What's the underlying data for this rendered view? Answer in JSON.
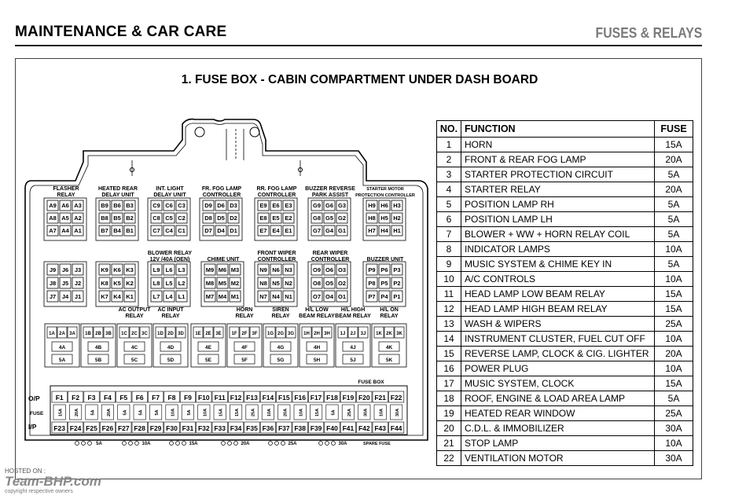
{
  "header": {
    "left": "MAINTENANCE & CAR CARE",
    "right": "FUSES & RELAYS"
  },
  "section_title": "1. FUSE BOX - CABIN COMPARTMENT UNDER DASH BOARD",
  "table": {
    "headers": {
      "no": "NO.",
      "function": "FUNCTION",
      "fuse": "FUSE"
    },
    "rows": [
      [
        "1",
        "HORN",
        "15A"
      ],
      [
        "2",
        "FRONT & REAR FOG LAMP",
        "20A"
      ],
      [
        "3",
        "STARTER PROTECTION CIRCUIT",
        "5A"
      ],
      [
        "4",
        "STARTER RELAY",
        "20A"
      ],
      [
        "5",
        "POSITION LAMP RH",
        "5A"
      ],
      [
        "6",
        "POSITION LAMP LH",
        "5A"
      ],
      [
        "7",
        "BLOWER + WW + HORN RELAY COIL",
        "5A"
      ],
      [
        "8",
        "INDICATOR LAMPS",
        "10A"
      ],
      [
        "9",
        "MUSIC SYSTEM & CHIME KEY IN",
        "5A"
      ],
      [
        "10",
        "A/C CONTROLS",
        "10A"
      ],
      [
        "11",
        "HEAD LAMP LOW BEAM RELAY",
        "15A"
      ],
      [
        "12",
        "HEAD LAMP HIGH BEAM RELAY",
        "15A"
      ],
      [
        "13",
        "WASH & WIPERS",
        "25A"
      ],
      [
        "14",
        "INSTRUMENT CLUSTER, FUEL CUT OFF",
        "10A"
      ],
      [
        "15",
        "REVERSE LAMP, CLOCK & CIG. LIGHTER",
        "20A"
      ],
      [
        "16",
        "POWER PLUG",
        "10A"
      ],
      [
        "17",
        "MUSIC SYSTEM, CLOCK",
        "15A"
      ],
      [
        "18",
        "ROOF, ENGINE & LOAD AREA LAMP",
        "5A"
      ],
      [
        "19",
        "HEATED REAR WINDOW",
        "25A"
      ],
      [
        "20",
        "C.D.L. & IMMOBILIZER",
        "30A"
      ],
      [
        "21",
        "STOP LAMP",
        "10A"
      ],
      [
        "22",
        "VENTILATION MOTOR",
        "30A"
      ]
    ]
  },
  "diagram": {
    "relay_groups_top": [
      {
        "label": [
          "FLASHER",
          "RELAY"
        ],
        "rows": [
          [
            "A9",
            "A6",
            "A3"
          ],
          [
            "A8",
            "A5",
            "A2"
          ],
          [
            "A7",
            "A4",
            "A1"
          ]
        ]
      },
      {
        "label": [
          "HEATED REAR",
          "DELAY UNIT"
        ],
        "rows": [
          [
            "B9",
            "B6",
            "B3"
          ],
          [
            "B8",
            "B5",
            "B2"
          ],
          [
            "B7",
            "B4",
            "B1"
          ]
        ]
      },
      {
        "label": [
          "INT. LIGHT",
          "DELAY UNIT"
        ],
        "rows": [
          [
            "C9",
            "C6",
            "C3"
          ],
          [
            "C8",
            "C5",
            "C2"
          ],
          [
            "C7",
            "C4",
            "C1"
          ]
        ]
      },
      {
        "label": [
          "FR. FOG LAMP",
          "CONTROLLER"
        ],
        "rows": [
          [
            "D9",
            "D6",
            "D3"
          ],
          [
            "D8",
            "D5",
            "D2"
          ],
          [
            "D7",
            "D4",
            "D1"
          ]
        ]
      },
      {
        "label": [
          "RR. FOG LAMP",
          "CONTROLLER"
        ],
        "rows": [
          [
            "E9",
            "E6",
            "E3"
          ],
          [
            "E8",
            "E5",
            "E2"
          ],
          [
            "E7",
            "E4",
            "E1"
          ]
        ]
      },
      {
        "label": [
          "BUZZER REVERSE",
          "PARK ASSIST"
        ],
        "rows": [
          [
            "G9",
            "G6",
            "G3"
          ],
          [
            "G8",
            "G5",
            "G2"
          ],
          [
            "G7",
            "G4",
            "G1"
          ]
        ]
      },
      {
        "label": [
          "STARTER MOTOR",
          "PROTECTION CONTROLLER"
        ],
        "rows": [
          [
            "H9",
            "H6",
            "H3"
          ],
          [
            "H8",
            "H5",
            "H2"
          ],
          [
            "H7",
            "H4",
            "H1"
          ]
        ]
      }
    ],
    "relay_groups_mid": [
      {
        "label": [],
        "rows": [
          [
            "J9",
            "J6",
            "J3"
          ],
          [
            "J8",
            "J5",
            "J2"
          ],
          [
            "J7",
            "J4",
            "J1"
          ]
        ]
      },
      {
        "label": [],
        "rows": [
          [
            "K9",
            "K6",
            "K3"
          ],
          [
            "K8",
            "K5",
            "K2"
          ],
          [
            "K7",
            "K4",
            "K1"
          ]
        ]
      },
      {
        "label": [
          "BLOWER RELAY",
          "12V /40A (OEN)"
        ],
        "rows": [
          [
            "L9",
            "L6",
            "L3"
          ],
          [
            "L8",
            "L5",
            "L2"
          ],
          [
            "L7",
            "L4",
            "L1"
          ]
        ]
      },
      {
        "label": [
          "CHIME UNIT"
        ],
        "rows": [
          [
            "M9",
            "M6",
            "M3"
          ],
          [
            "M8",
            "M5",
            "M2"
          ],
          [
            "M7",
            "M4",
            "M1"
          ]
        ]
      },
      {
        "label": [
          "FRONT WIPER",
          "CONTROLLER"
        ],
        "rows": [
          [
            "N9",
            "N6",
            "N3"
          ],
          [
            "N8",
            "N5",
            "N2"
          ],
          [
            "N7",
            "N4",
            "N1"
          ]
        ]
      },
      {
        "label": [
          "REAR WIPER",
          "CONTROLLER"
        ],
        "rows": [
          [
            "O9",
            "O6",
            "O3"
          ],
          [
            "O8",
            "O5",
            "O2"
          ],
          [
            "O7",
            "O4",
            "O1"
          ]
        ]
      },
      {
        "label": [
          "BUZZER UNIT"
        ],
        "rows": [
          [
            "P9",
            "P6",
            "P3"
          ],
          [
            "P8",
            "P5",
            "P2"
          ],
          [
            "P7",
            "P4",
            "P1"
          ]
        ]
      }
    ],
    "small_relays": [
      {
        "label": [],
        "pins": [
          "1A",
          "2A",
          "3A"
        ],
        "a": "4A",
        "b": "5A"
      },
      {
        "label": [],
        "pins": [
          "1B",
          "2B",
          "3B"
        ],
        "a": "4B",
        "b": "5B"
      },
      {
        "label": [
          "AC OUTPUT",
          "RELAY"
        ],
        "pins": [
          "1C",
          "2C",
          "3C"
        ],
        "a": "4C",
        "b": "5C"
      },
      {
        "label": [
          "AC INPUT",
          "RELAY"
        ],
        "pins": [
          "1D",
          "2D",
          "3D"
        ],
        "a": "4D",
        "b": "5D"
      },
      {
        "label": [],
        "pins": [
          "1E",
          "2E",
          "3E"
        ],
        "a": "4E",
        "b": "5E"
      },
      {
        "label": [
          "HORN",
          "RELAY"
        ],
        "pins": [
          "1F",
          "2F",
          "3F"
        ],
        "a": "4F",
        "b": "5F"
      },
      {
        "label": [
          "SIREN",
          "RELAY"
        ],
        "pins": [
          "1G",
          "2G",
          "3G"
        ],
        "a": "4G",
        "b": "5G"
      },
      {
        "label": [
          "H/L LOW",
          "BEAM RELAY"
        ],
        "pins": [
          "1H",
          "2H",
          "3H"
        ],
        "a": "4H",
        "b": "5H"
      },
      {
        "label": [
          "H/L HIGH",
          "BEAM RELAY"
        ],
        "pins": [
          "1J",
          "2J",
          "3J"
        ],
        "a": "4J",
        "b": "5J"
      },
      {
        "label": [
          "H/L ON",
          "RELAY"
        ],
        "pins": [
          "1K",
          "2K",
          "3K"
        ],
        "a": "4K",
        "b": "5K"
      }
    ],
    "fuse_box_label": "FUSE BOX",
    "row_labels": {
      "out": "O/P",
      "fuse": "FUSE",
      "in": "I/P"
    },
    "fuse_outputs": [
      "F1",
      "F2",
      "F3",
      "F4",
      "F5",
      "F6",
      "F7",
      "F8",
      "F9",
      "F10",
      "F11",
      "F12",
      "F13",
      "F14",
      "F15",
      "F16",
      "F17",
      "F18",
      "F19",
      "F20",
      "F21",
      "F22"
    ],
    "fuse_ratings": [
      "15A",
      "20A",
      "5A",
      "20A",
      "5A",
      "5A",
      "5A",
      "10A",
      "5A",
      "10A",
      "15A",
      "15A",
      "25A",
      "10A",
      "20A",
      "10A",
      "15A",
      "5A",
      "25A",
      "30A",
      "10A",
      "30A"
    ],
    "fuse_inputs": [
      "F23",
      "F24",
      "F25",
      "F26",
      "F27",
      "F28",
      "F29",
      "F30",
      "F31",
      "F32",
      "F33",
      "F34",
      "F35",
      "F36",
      "F37",
      "F38",
      "F39",
      "F40",
      "F41",
      "F42",
      "F43",
      "F44"
    ],
    "spare_slots": [
      "5A",
      "10A",
      "15A",
      "20A",
      "25A",
      "30A"
    ],
    "spare_label": "SPARE FUSE"
  },
  "watermark": {
    "hosted": "HOSTED ON :",
    "brand": "Team-BHP.com",
    "copyright": "copyright respective owners"
  }
}
